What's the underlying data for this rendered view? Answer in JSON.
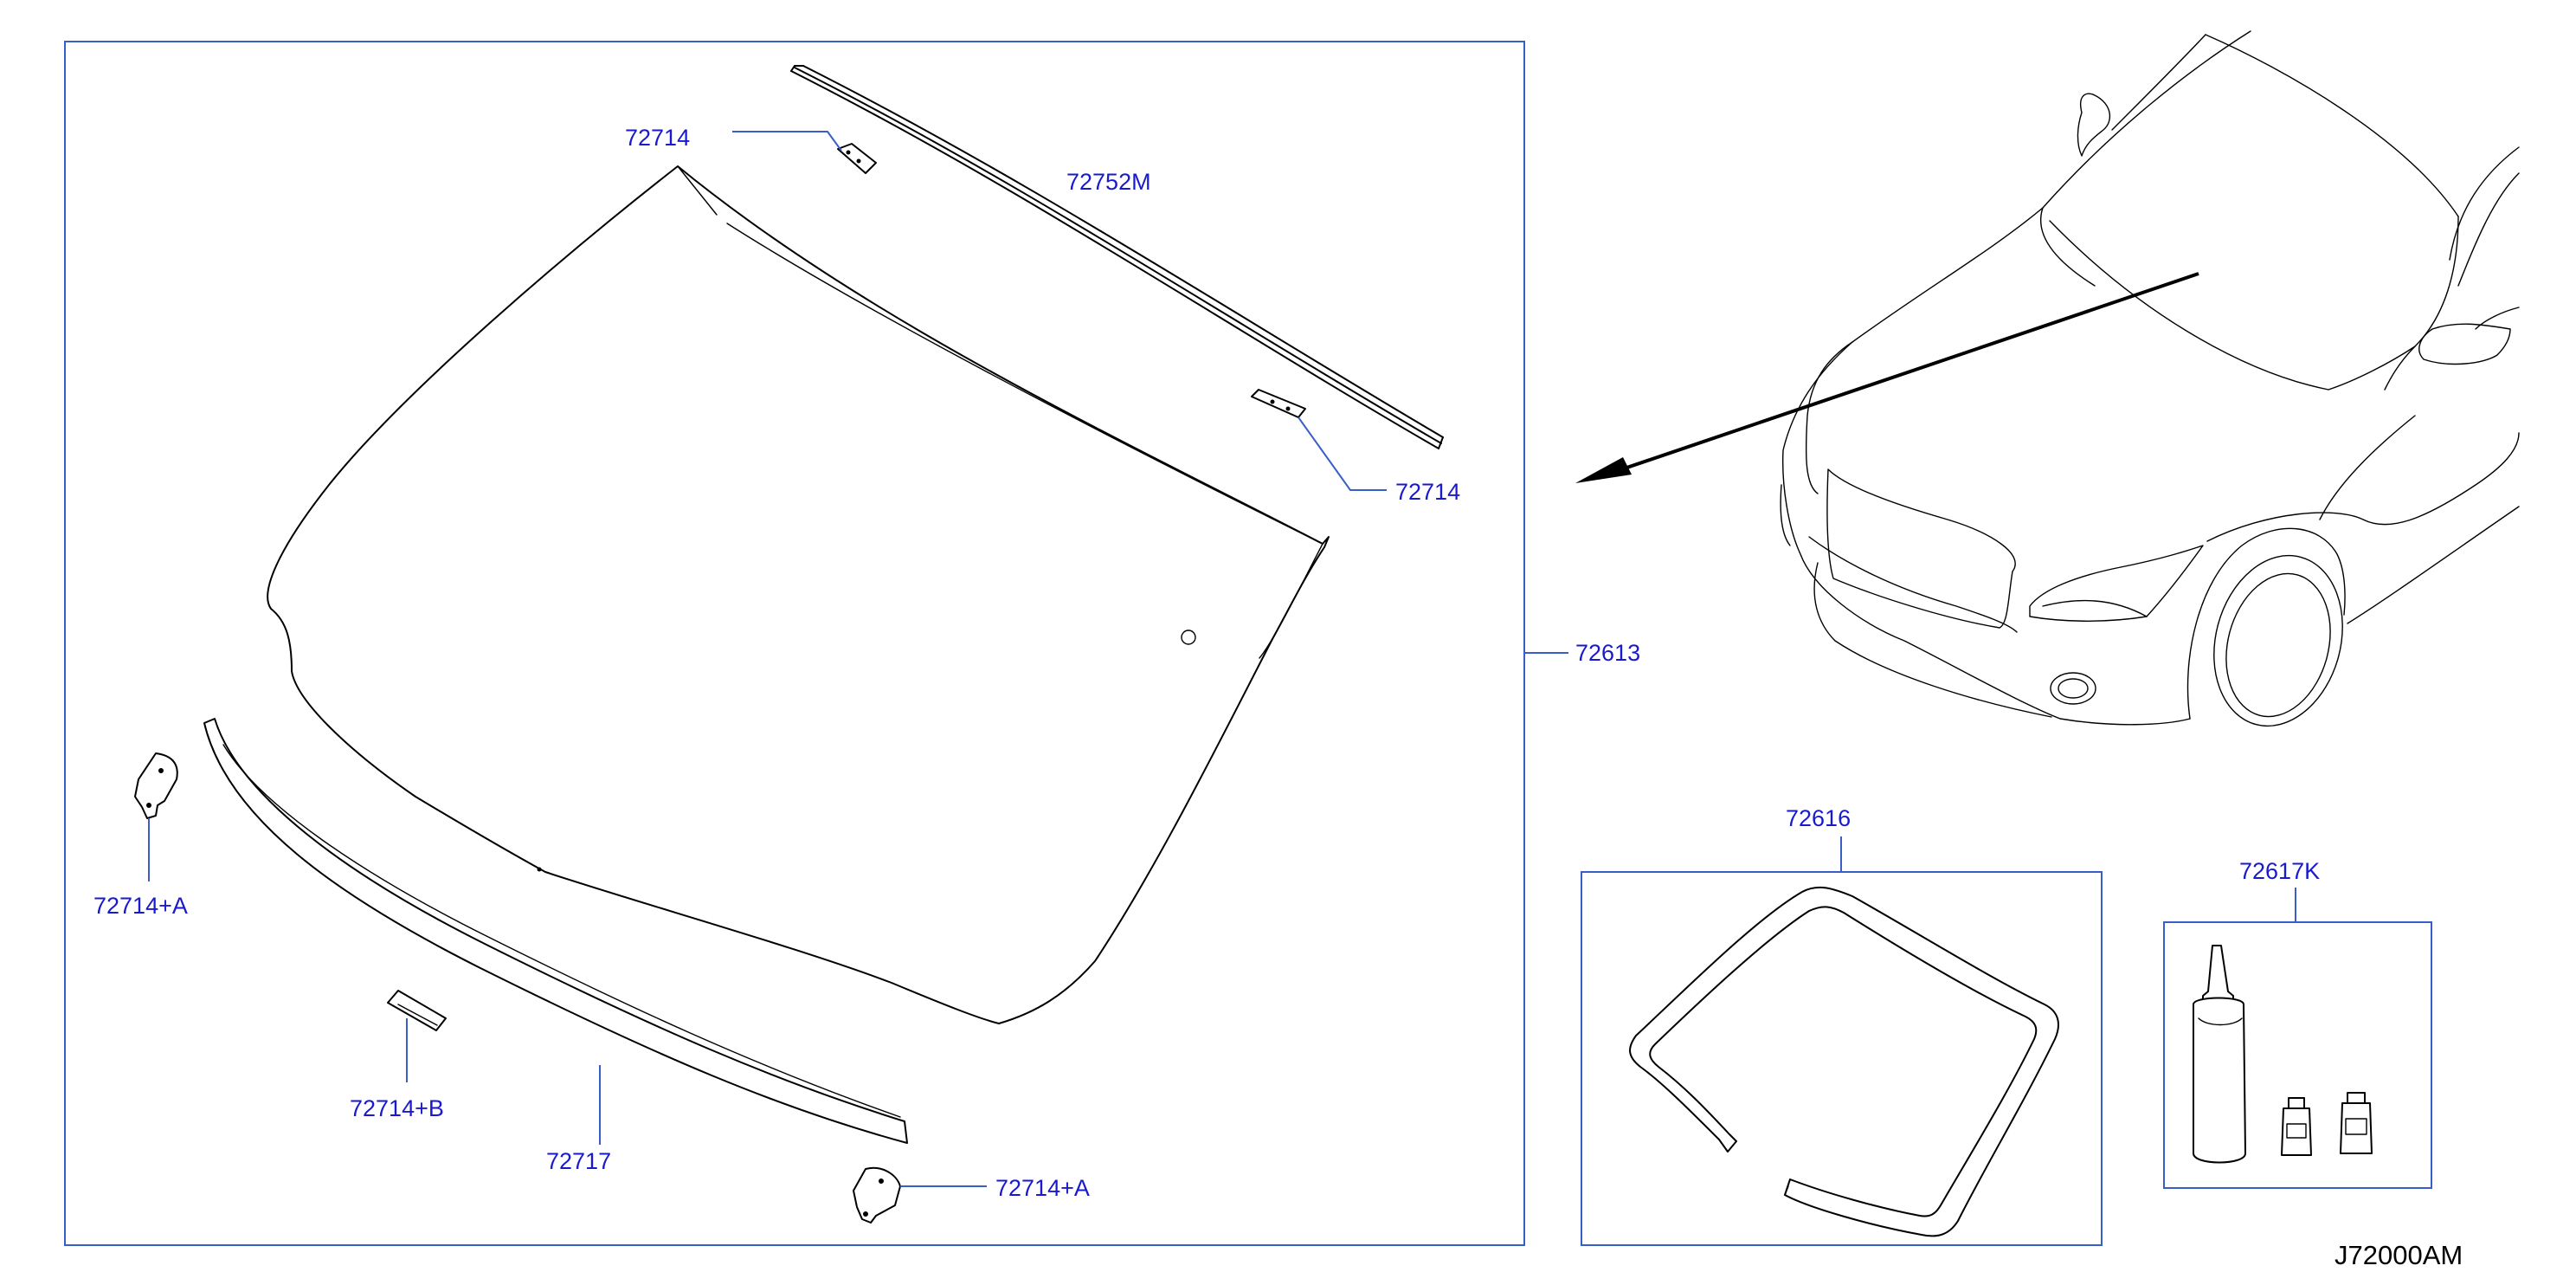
{
  "labels": {
    "clip_top_left": "72714",
    "molding_upper": "72752M",
    "clip_top_right": "72714",
    "windshield_glass": "72613",
    "clip_left_a": "72714+A",
    "spacer_b": "72714+B",
    "molding_lower": "72717",
    "clip_bottom_a": "72714+A",
    "dam_rubber": "72616",
    "adhesive_kit": "72617K"
  },
  "diagram_code": "J72000AM",
  "colors": {
    "label_text": "#1a1acd",
    "leader_lines": "#3a5ec8",
    "line_art": "#000000"
  }
}
